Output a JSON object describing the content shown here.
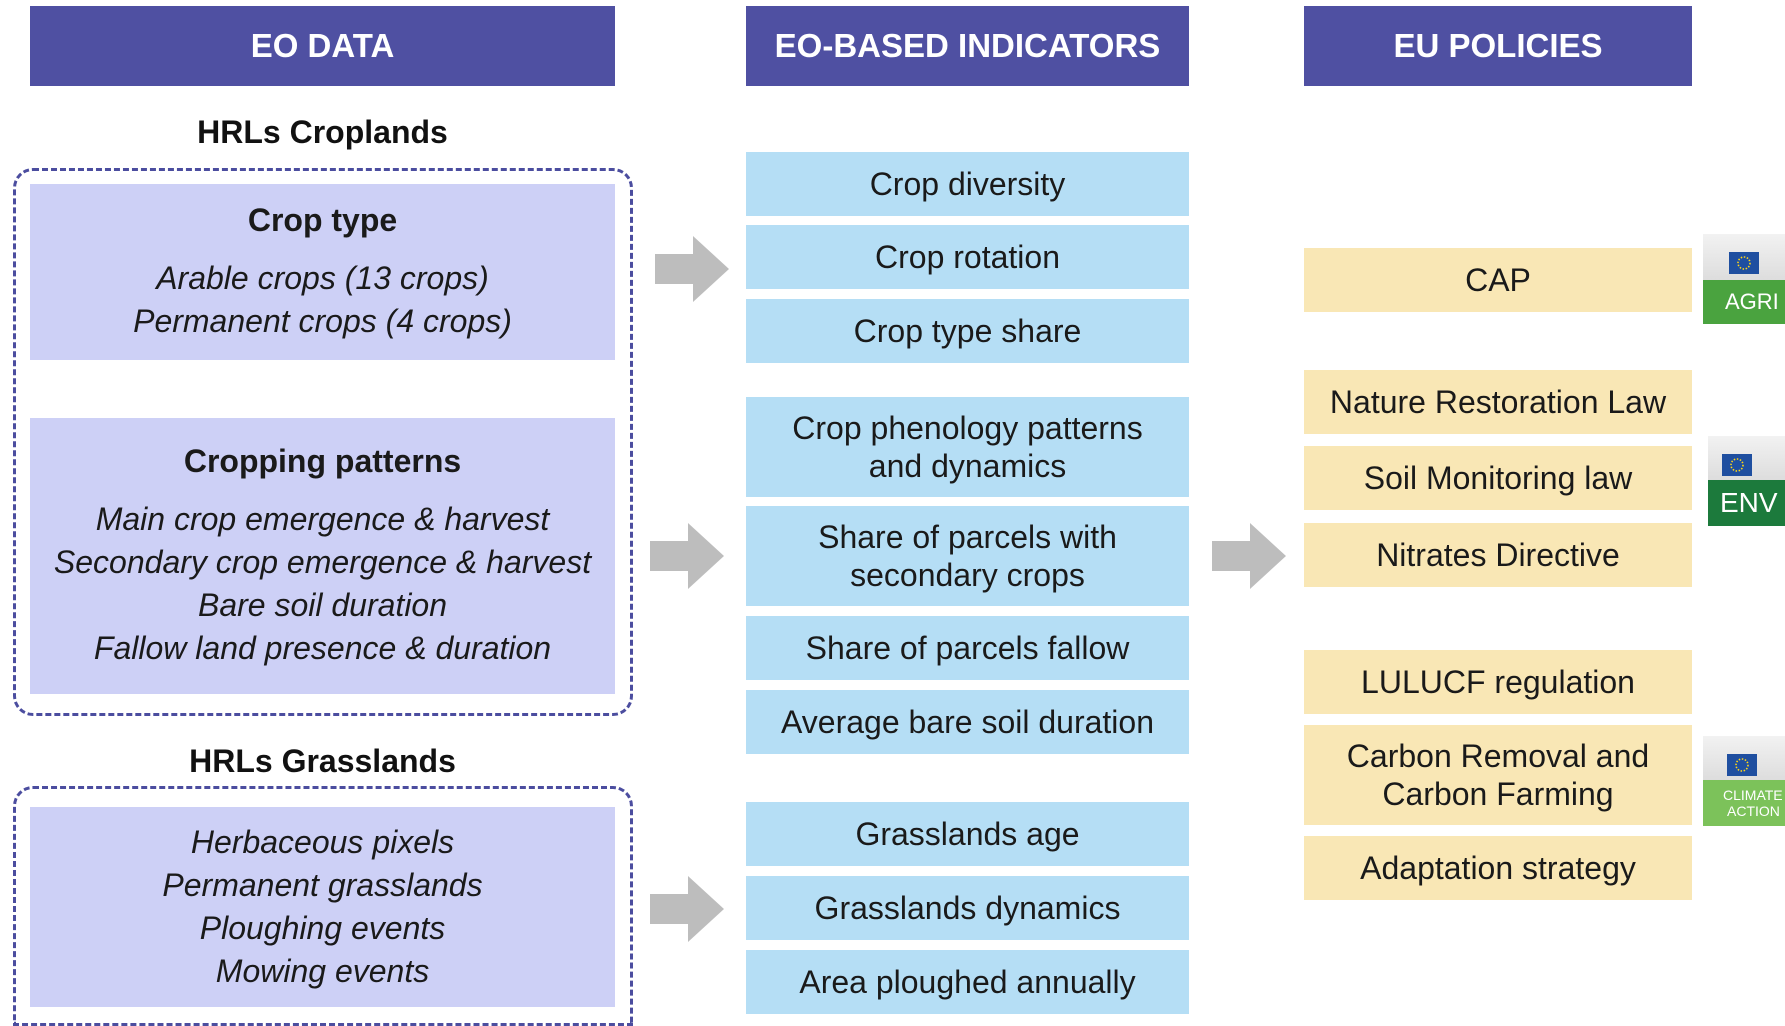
{
  "columns": {
    "eo_data": "EO DATA",
    "indicators": "EO-BASED INDICATORS",
    "policies": "EU POLICIES"
  },
  "eo_data": {
    "croplands_title": "HRLs Croplands",
    "crop_type": {
      "title": "Crop type",
      "lines": [
        "Arable crops (13 crops)",
        "Permanent crops (4 crops)"
      ]
    },
    "cropping_patterns": {
      "title": "Cropping patterns",
      "lines": [
        "Main crop emergence & harvest",
        "Secondary crop emergence & harvest",
        "Bare soil duration",
        "Fallow land presence & duration"
      ]
    },
    "grasslands_title": "HRLs Grasslands",
    "grasslands": {
      "lines": [
        "Herbaceous pixels",
        "Permanent grasslands",
        "Ploughing events",
        "Mowing events"
      ]
    }
  },
  "indicators": {
    "crop": [
      "Crop diversity",
      "Crop rotation",
      "Crop type share"
    ],
    "patterns": [
      "Crop phenology patterns and dynamics",
      "Share of parcels with secondary crops",
      "Share of parcels fallow",
      "Average bare soil duration"
    ],
    "grasslands": [
      "Grasslands age",
      "Grasslands dynamics",
      "Area ploughed annually"
    ]
  },
  "policies": {
    "agri": [
      "CAP"
    ],
    "env": [
      "Nature Restoration Law",
      "Soil Monitoring law",
      "Nitrates Directive"
    ],
    "climate": [
      "LULUCF regulation",
      "Carbon Removal and Carbon Farming",
      "Adaptation strategy"
    ]
  },
  "logos": {
    "agri": {
      "label": "AGRI",
      "color": "#4aa33f"
    },
    "env": {
      "label": "ENV",
      "color": "#1c7a3c"
    },
    "climate": {
      "label_line1": "CLIMATE",
      "label_line2": "ACTION",
      "color": "#7cc25a"
    }
  },
  "colors": {
    "header": "#4f50a2",
    "eo_box": "#cdd0f6",
    "indicator_box": "#b5def5",
    "policy_box": "#f9e7b5",
    "arrow": "#bdbdbd",
    "eu_flag": "#1f4fa0"
  }
}
